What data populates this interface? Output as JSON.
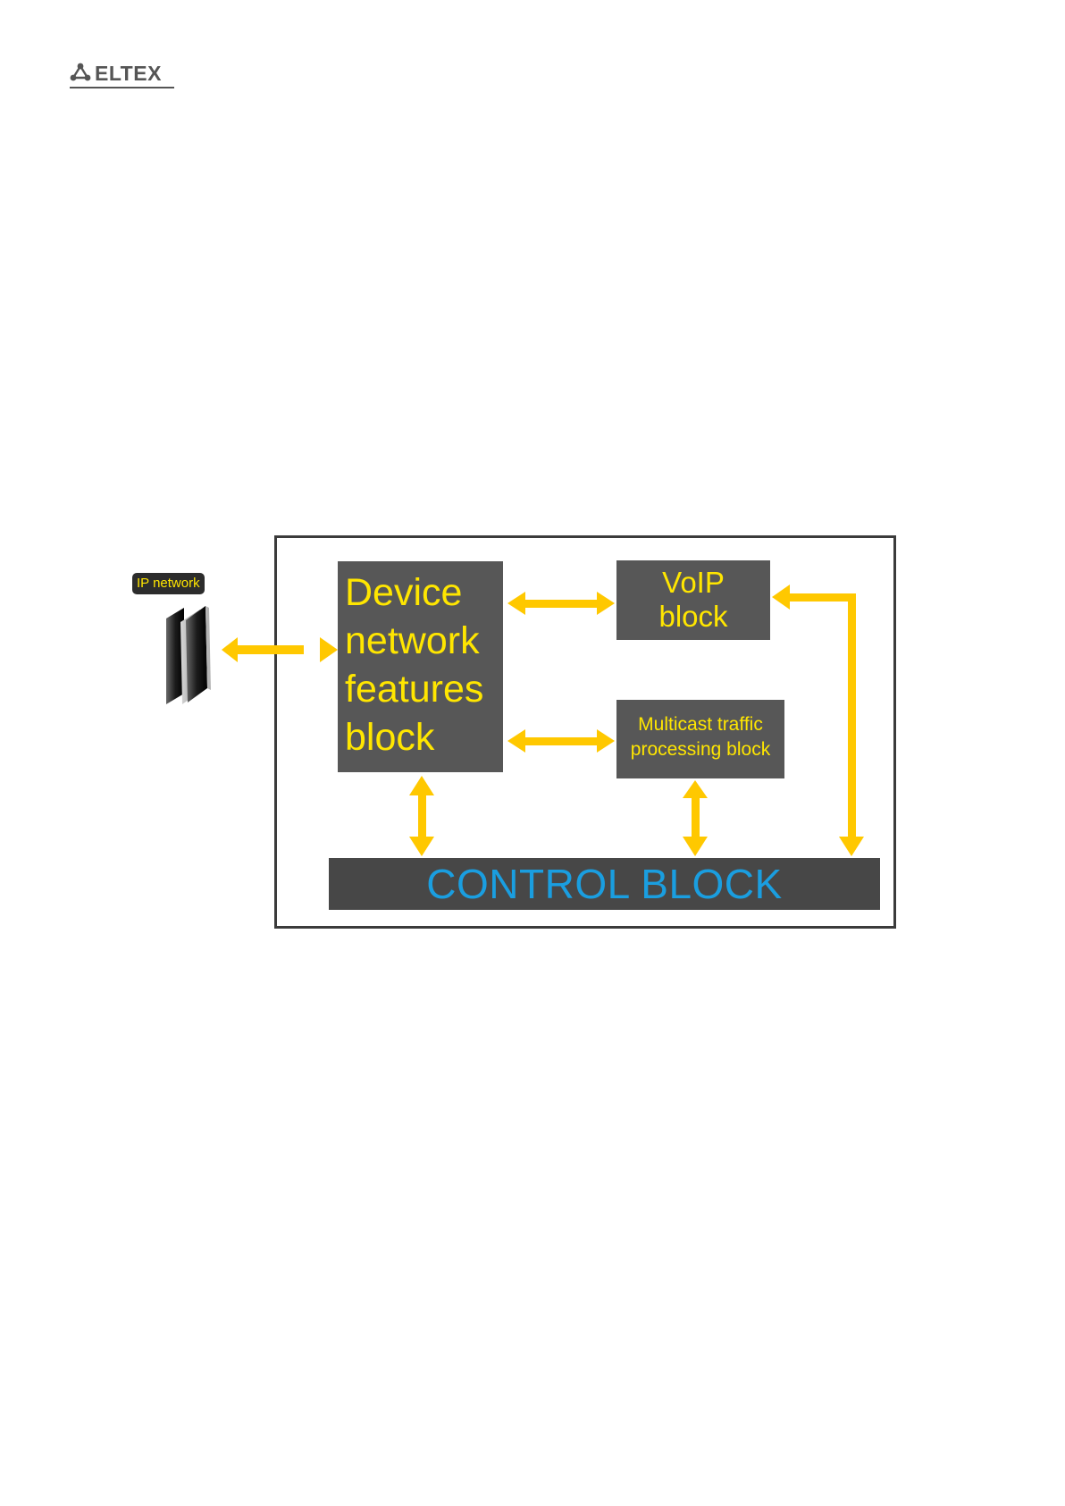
{
  "header": {
    "logo_text": "eltex"
  },
  "diagram": {
    "ip_network_label": "IP network",
    "device_block": {
      "lines": [
        "Device",
        "network",
        "features",
        "block"
      ]
    },
    "voip_block": {
      "lines": [
        "VoIP",
        "block"
      ]
    },
    "multicast_block": {
      "lines": [
        "Multicast traffic",
        "processing block"
      ]
    },
    "control_block": {
      "label": "CONTROL BLOCK"
    }
  },
  "colors": {
    "arrow": "#ffc800",
    "block_fill": "#575757",
    "control_fill": "#474747",
    "block_text": "#ffe600",
    "control_text": "#1a9ee0",
    "frame": "#3b3b3b"
  }
}
